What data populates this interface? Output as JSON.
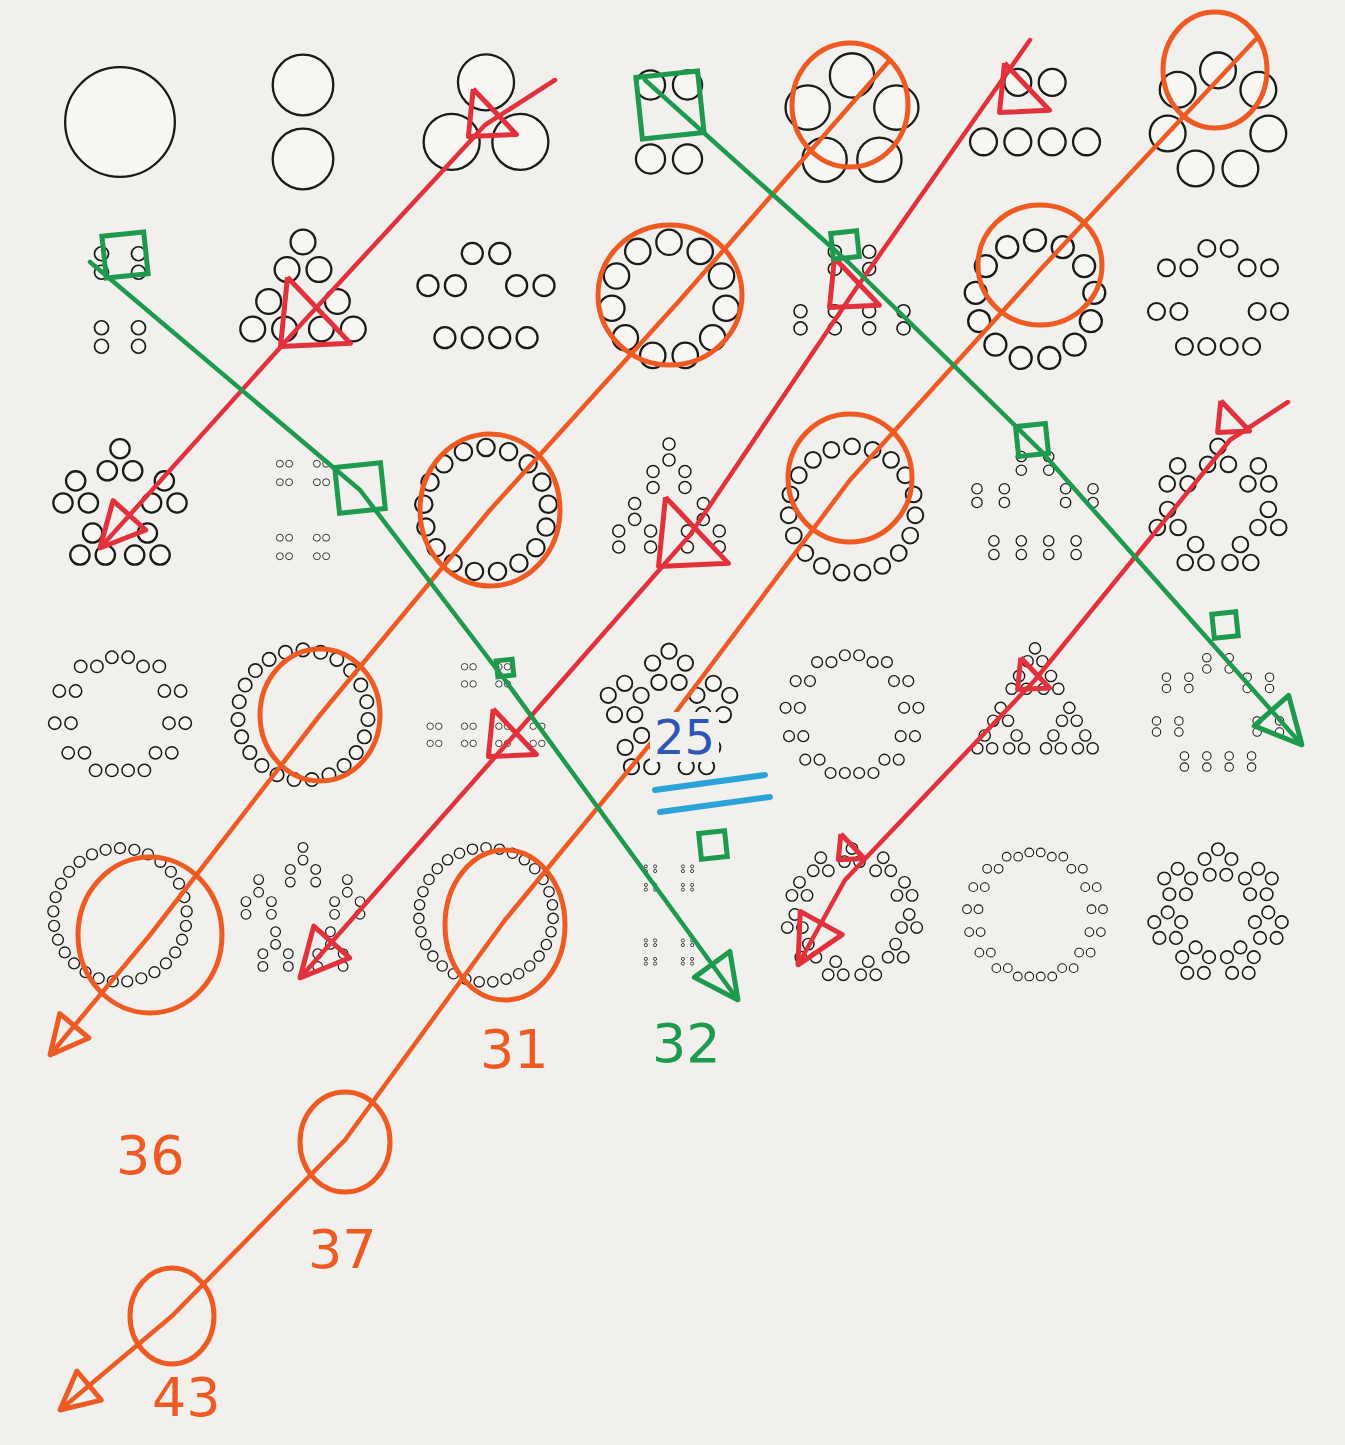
{
  "diagram": {
    "labels": [
      "25",
      "31",
      "32",
      "36",
      "37",
      "43"
    ]
  }
}
